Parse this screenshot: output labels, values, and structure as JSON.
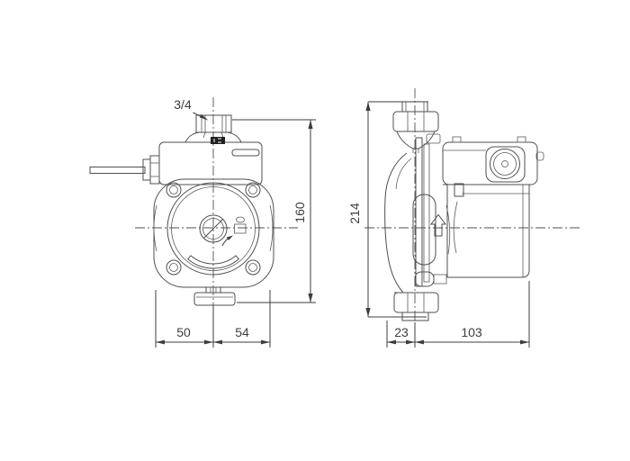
{
  "drawing": {
    "type": "technical-dimension-drawing",
    "views": {
      "front": {
        "port_size_label": "3/4",
        "dim_height": "160",
        "dim_width_left": "50",
        "dim_width_right": "54"
      },
      "side": {
        "dim_height": "214",
        "dim_depth_pipe": "23",
        "dim_depth_body": "103"
      }
    },
    "icons": {
      "rotation_arrow": "clockwise-rotation-arrow",
      "flow_arrow": "upward-flow-arrow",
      "terminal_box_plate": "brand-label-plate",
      "selector": "speed-selector-symbol"
    },
    "colors": {
      "line": "#4f4f4f",
      "dimension_text": "#3c3c3c",
      "background": "#ffffff",
      "label_plate": "#1f1f1f"
    }
  }
}
